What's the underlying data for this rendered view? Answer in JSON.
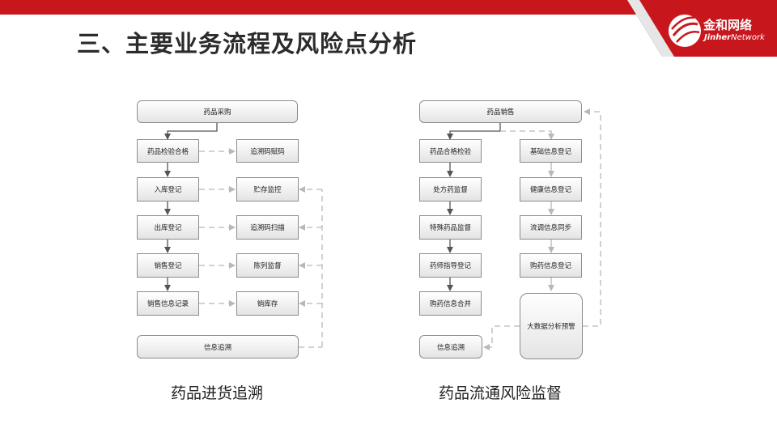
{
  "page": {
    "title": "三、主要业务流程及风险点分析",
    "brand": {
      "cn": "金和网络",
      "en_bold": "Jinher",
      "en_thin": "Network"
    },
    "colors": {
      "accent": "#c8161d",
      "node_border": "#8c8c8c",
      "arrow_dark": "#555555",
      "arrow_light": "#b8b8b8"
    }
  },
  "left_flow": {
    "caption": "药品进货追溯",
    "nodes": {
      "purchase": "药品采购",
      "inspection": "药品检验合格",
      "trace_code": "追溯码赋码",
      "inbound": "入库登记",
      "storage": "贮存监控",
      "outbound": "出库登记",
      "scan": "追溯码扫描",
      "sales": "销售登记",
      "display": "陈列监督",
      "sales_record": "销售信息记录",
      "stock": "销库存",
      "trace_info": "信息追溯"
    }
  },
  "right_flow": {
    "caption": "药品流通风险监督",
    "nodes": {
      "sales": "药品销售",
      "quality_check": "药品合格检验",
      "prescription": "处方药监督",
      "special": "特殊药品监督",
      "pharmacist": "药师指导登记",
      "purchase_merge": "购药信息合并",
      "trace_info": "信息追溯",
      "basic_info": "基础信息登记",
      "health_info": "健康信息登记",
      "flow_sync": "流调信息同步",
      "purchase_info": "购药信息登记",
      "bigdata": "大数据分析预警"
    }
  }
}
